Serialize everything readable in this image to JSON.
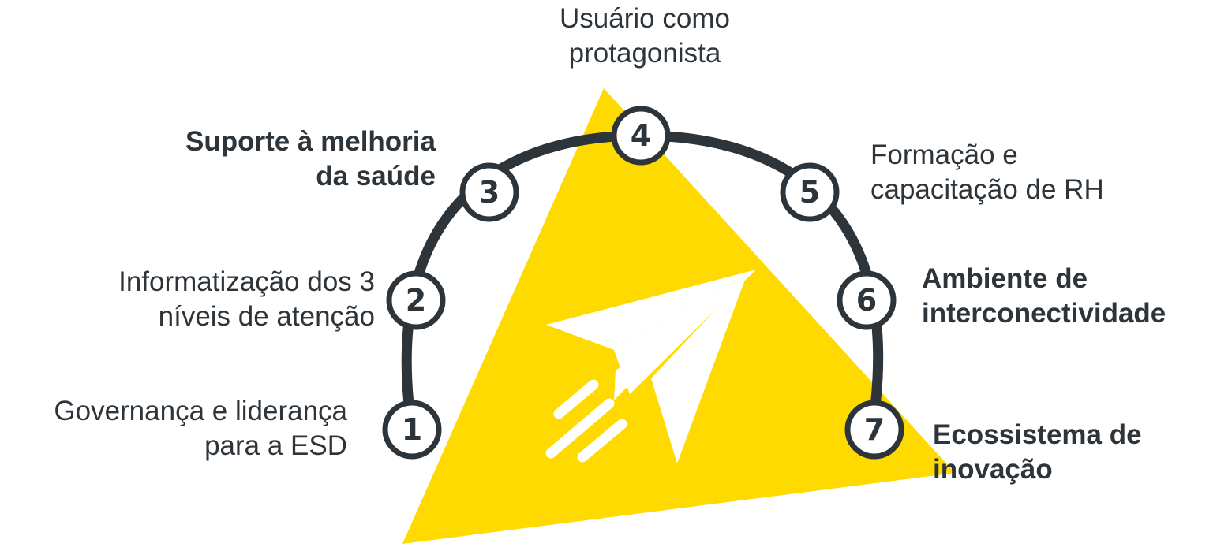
{
  "colors": {
    "accent": "#FFDA00",
    "dark": "#2D353B",
    "white": "#FFFFFF"
  },
  "icon": "paper-plane-icon",
  "steps": [
    {
      "number": "1",
      "line1": "Governança e liderança",
      "line2": "para a ESD",
      "bold": false
    },
    {
      "number": "2",
      "line1": "Informatização dos 3",
      "line2": "níveis de atenção",
      "bold": false
    },
    {
      "number": "3",
      "line1": "Suporte à melhoria",
      "line2": "da saúde",
      "bold": true
    },
    {
      "number": "4",
      "line1": "Usuário como",
      "line2": "protagonista",
      "bold": false
    },
    {
      "number": "5",
      "line1": "Formação e",
      "line2": "capacitação de RH",
      "bold": false
    },
    {
      "number": "6",
      "line1": "Ambiente de",
      "line2": "interconectividade",
      "bold": true
    },
    {
      "number": "7",
      "line1": "Ecossistema de",
      "line2": "inovação",
      "bold": true
    }
  ]
}
